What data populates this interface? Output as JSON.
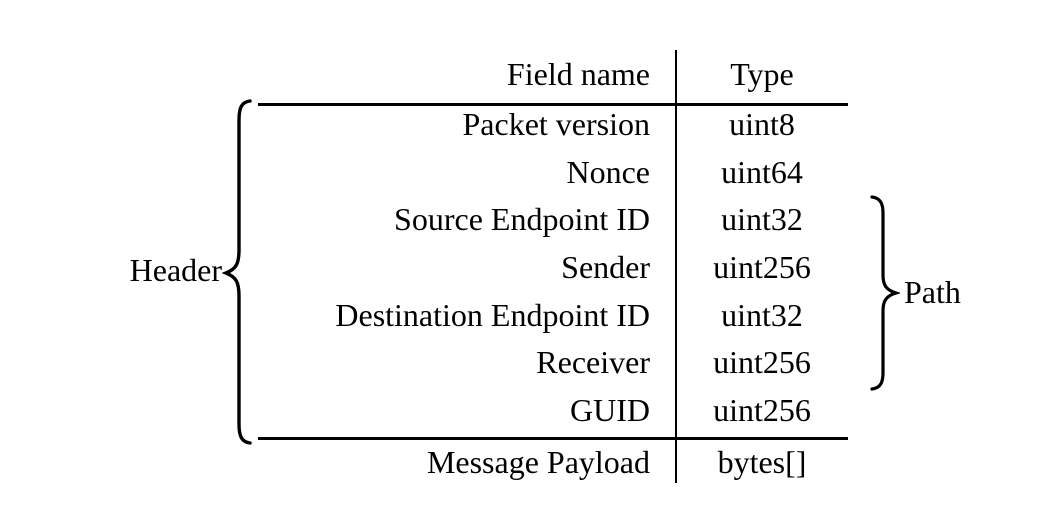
{
  "figure": {
    "columns": {
      "field": "Field name",
      "type": "Type"
    },
    "rows": [
      {
        "field": "Packet version",
        "type": "uint8"
      },
      {
        "field": "Nonce",
        "type": "uint64"
      },
      {
        "field": "Source Endpoint ID",
        "type": "uint32"
      },
      {
        "field": "Sender",
        "type": "uint256"
      },
      {
        "field": "Destination Endpoint ID",
        "type": "uint32"
      },
      {
        "field": "Receiver",
        "type": "uint256"
      },
      {
        "field": "GUID",
        "type": "uint256"
      }
    ],
    "payload_row": {
      "field": "Message Payload",
      "type": "bytes[]"
    },
    "labels": {
      "header_group": "Header",
      "path_group": "Path"
    },
    "colors": {
      "text": "#000000",
      "background": "#ffffff",
      "line": "#000000"
    }
  }
}
